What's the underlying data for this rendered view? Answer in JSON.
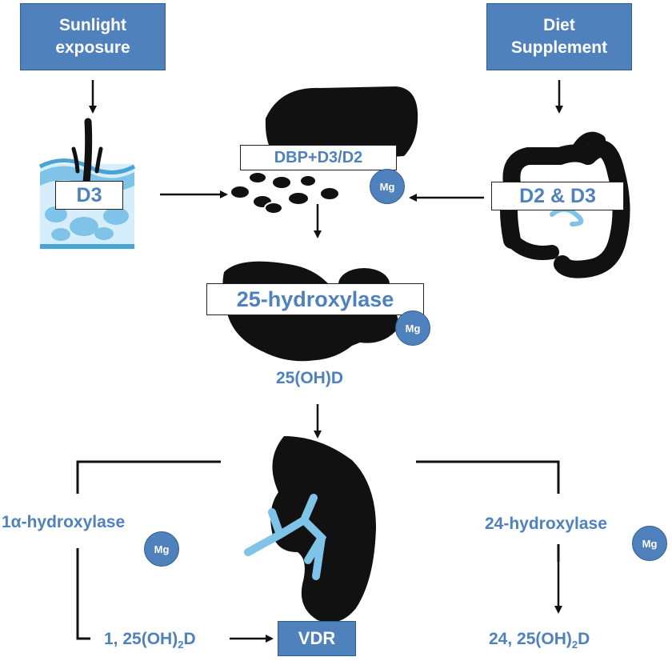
{
  "top_boxes": {
    "sunlight": "Sunlight\nexposure",
    "diet": "Diet\nSupplement"
  },
  "labels": {
    "skin": "D3",
    "blood": "DBP+D3/D2",
    "gut": "D2 & D3",
    "liver": "25-hydroxylase"
  },
  "mg_badge": "Mg",
  "metabolite": "25(OH)D",
  "enzymes": {
    "left": "1α-hydroxylase",
    "right": "24-hydroxylase"
  },
  "products": {
    "left_prefix": "1, 25(OH)",
    "left_sub": "2",
    "left_suffix": "D",
    "right_prefix": "24, 25(OH)",
    "right_sub": "2",
    "right_suffix": "D"
  },
  "receptor": "VDR",
  "colors": {
    "accent": "#4f81bd",
    "organ": "#111111",
    "light_blue": "#7fc3e8"
  },
  "icons": [
    "skin-hair-icon",
    "blood-vessel-icon",
    "intestine-icon",
    "liver-icon",
    "kidney-icon"
  ]
}
